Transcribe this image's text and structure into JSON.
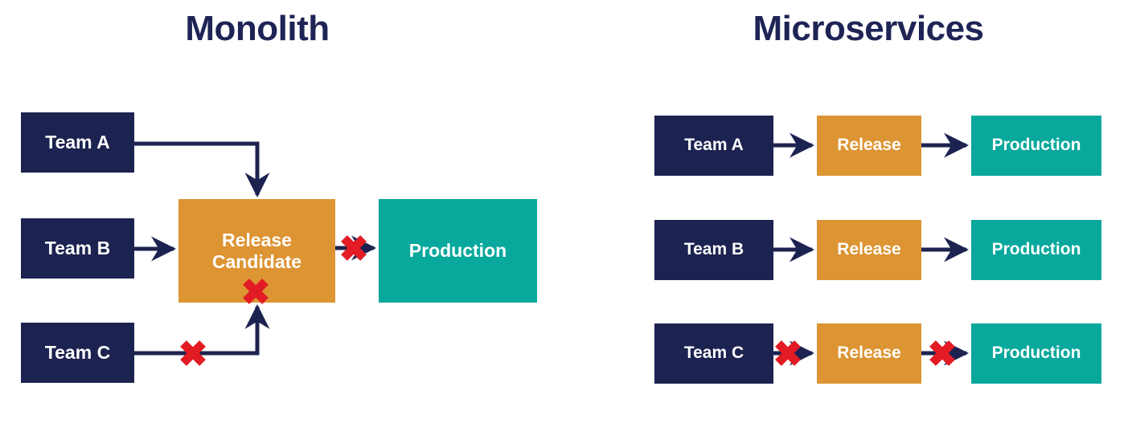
{
  "diagram": {
    "title_left": "Monolith",
    "title_right": "Microservices",
    "colors": {
      "navy": "#1c2350",
      "orange": "#dd9433",
      "teal": "#08a89c",
      "red_x": "#e21b24",
      "background": "#ffffff",
      "title_text": "#1f2456",
      "node_text": "#ffffff"
    },
    "monolith": {
      "teams": [
        {
          "label": "Team A",
          "blocked": false
        },
        {
          "label": "Team B",
          "blocked": false
        },
        {
          "label": "Team C",
          "blocked": true
        }
      ],
      "release": {
        "line1": "Release",
        "line2": "Candidate",
        "blocked_inbound": true
      },
      "production": {
        "label": "Production",
        "blocked_inbound": true
      },
      "failure_marks": 3
    },
    "microservices": {
      "rows": [
        {
          "team": "Team A",
          "release": "Release",
          "production": "Production",
          "team_to_release_blocked": false,
          "release_to_production_blocked": false
        },
        {
          "team": "Team B",
          "release": "Release",
          "production": "Production",
          "team_to_release_blocked": false,
          "release_to_production_blocked": false
        },
        {
          "team": "Team C",
          "release": "Release",
          "production": "Production",
          "team_to_release_blocked": true,
          "release_to_production_blocked": true
        }
      ],
      "failure_marks": 2
    }
  }
}
